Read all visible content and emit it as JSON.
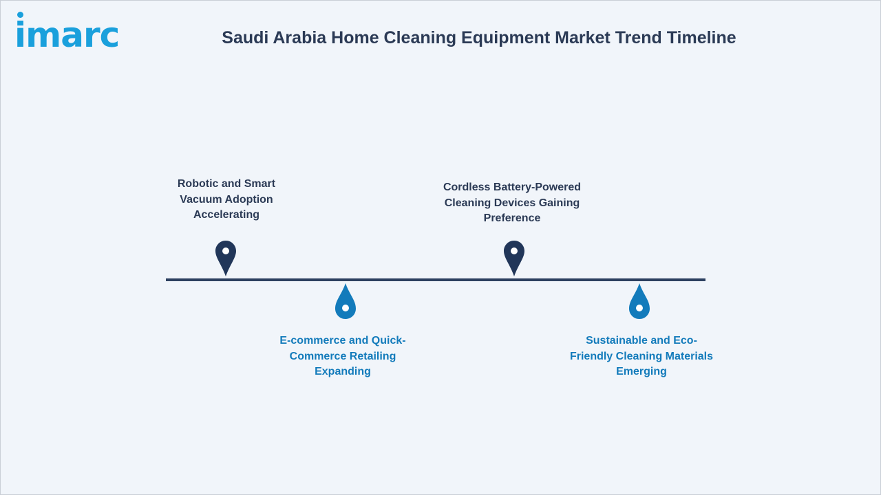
{
  "brand": {
    "logo_text": "imarc"
  },
  "title": "Saudi Arabia Home Cleaning Equipment Market Trend Timeline",
  "colors": {
    "dark_marker": "#213659",
    "blue_marker": "#137bbb",
    "line": "#2d4060",
    "title_text": "#2b3a55",
    "logo": "#1aa0dc"
  },
  "timeline": {
    "items": [
      {
        "position": "above",
        "icon": "map-pin-icon",
        "lines": [
          "Robotic and Smart",
          "Vacuum Adoption",
          "Accelerating"
        ]
      },
      {
        "position": "below",
        "icon": "drop-icon",
        "lines": [
          "E-commerce and Quick-",
          "Commerce Retailing",
          "Expanding"
        ]
      },
      {
        "position": "above",
        "icon": "map-pin-icon",
        "lines": [
          "Cordless Battery-Powered",
          "Cleaning Devices Gaining",
          "Preference"
        ]
      },
      {
        "position": "below",
        "icon": "drop-icon",
        "lines": [
          "Sustainable and Eco-",
          "Friendly Cleaning Materials",
          "Emerging"
        ]
      }
    ]
  }
}
